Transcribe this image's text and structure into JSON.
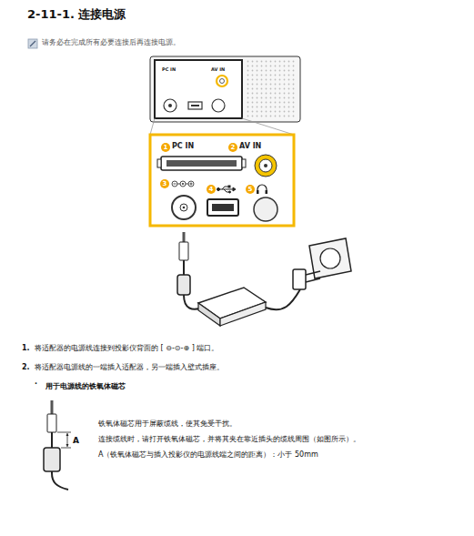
{
  "diagram": {
    "title": "2-11-1. 连接电源",
    "labels": [
      "请务必在完成所有必要连接后再连接电源。",
      "PC IN",
      "AV IN",
      "1",
      "PC IN",
      "2",
      "AV IN",
      "3",
      "4",
      "5",
      "1.",
      "将适配器的电源线连接到投影仪背面的 [ ⊖-⊙-⊕ ] 端口。",
      "2.",
      "将适配器电源线的一端插入适配器，另一端插入壁式插座。",
      "·",
      "用于电源线的铁氧体磁芯",
      "A",
      "铁氧体磁芯用于屏蔽缆线，使其免受干扰。",
      "连接缆线时，请打开铁氧体磁芯，并将其夹在靠近插头的缆线周围（如图所示）。",
      "A（铁氧体磁芯与插入投影仪的电源线端之间的距离）：小于 50mm"
    ]
  }
}
